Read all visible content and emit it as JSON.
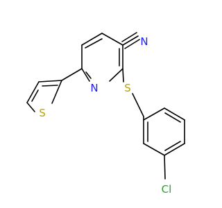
{
  "molecule": {
    "atoms": {
      "S_thioether": {
        "symbol": "S"
      },
      "S_thiophene": {
        "symbol": "S"
      },
      "N_pyridine": {
        "symbol": "N"
      },
      "N_nitrile": {
        "symbol": "N"
      },
      "Cl": {
        "symbol": "Cl"
      }
    },
    "colors": {
      "bond": "#000000",
      "sulfur": "#b8a200",
      "nitrogen": "#1a1aff",
      "chlorine": "#2ca02c"
    }
  }
}
